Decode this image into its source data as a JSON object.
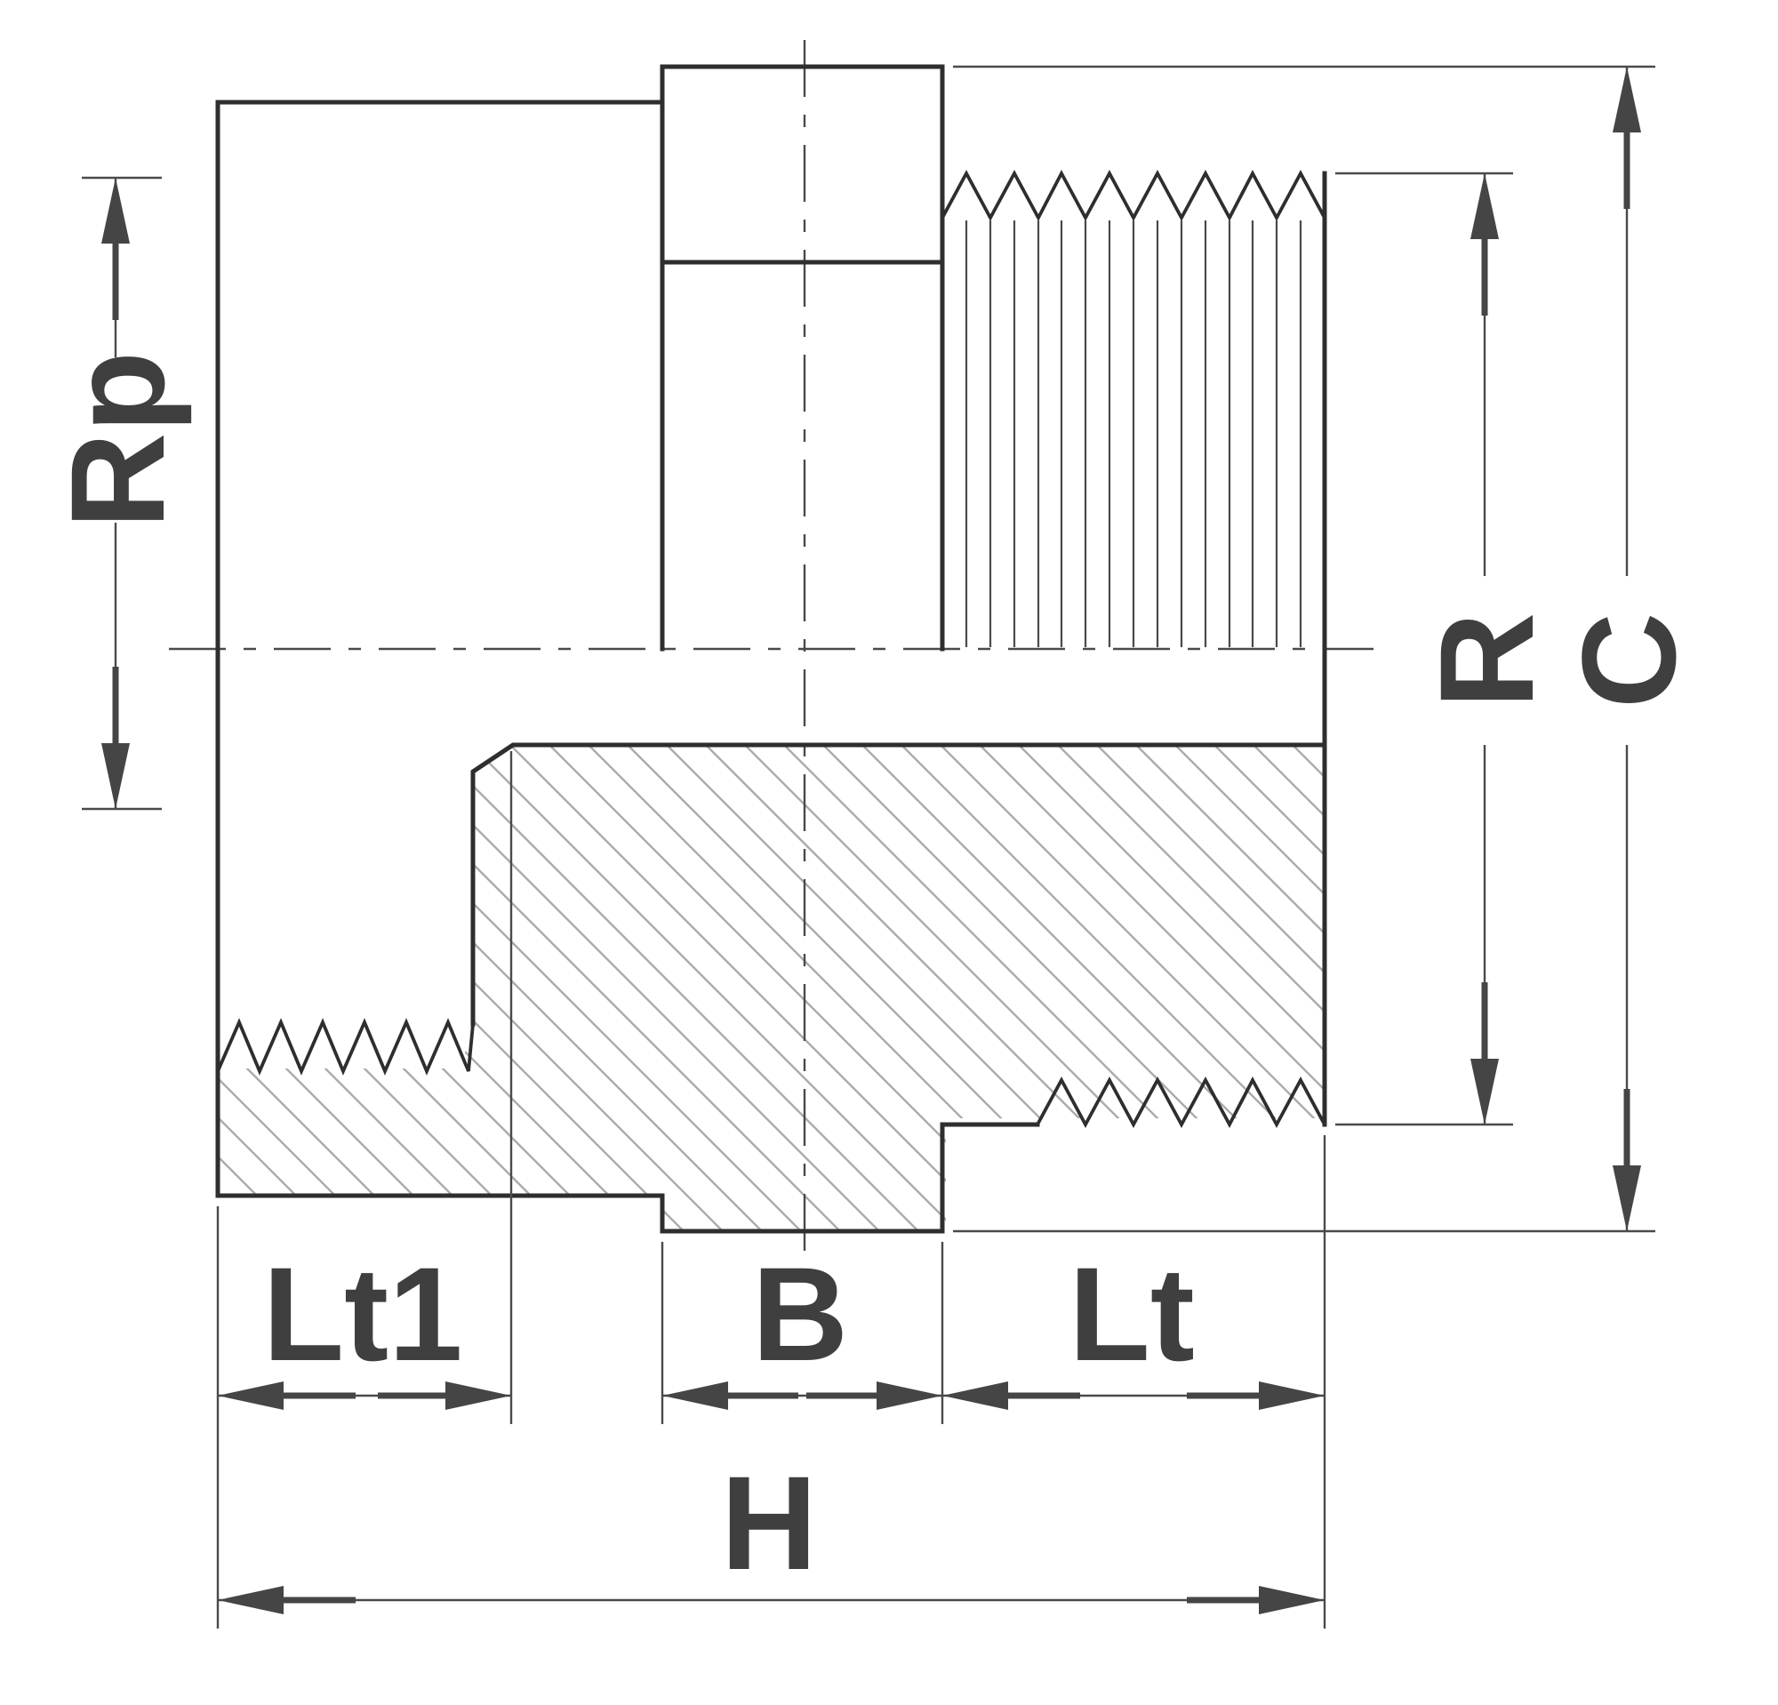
{
  "drawing": {
    "type": "technical-drawing",
    "description": "Cross-section drawing of a threaded reducing adaptor fitting with female thread socket, hexagon body and male thread",
    "dimension_labels": {
      "female_thread": "Rp",
      "male_thread": "R",
      "body_diameter": "C",
      "female_thread_length": "Lt1",
      "hex_width": "B",
      "male_thread_length": "Lt",
      "overall_length": "H"
    },
    "colors": {
      "line": "#2e2e2e",
      "thin": "#4a4a4a",
      "hatch": "#ababab",
      "label": "#3f3f3f",
      "arrow": "#454545",
      "background": "#ffffff"
    }
  }
}
